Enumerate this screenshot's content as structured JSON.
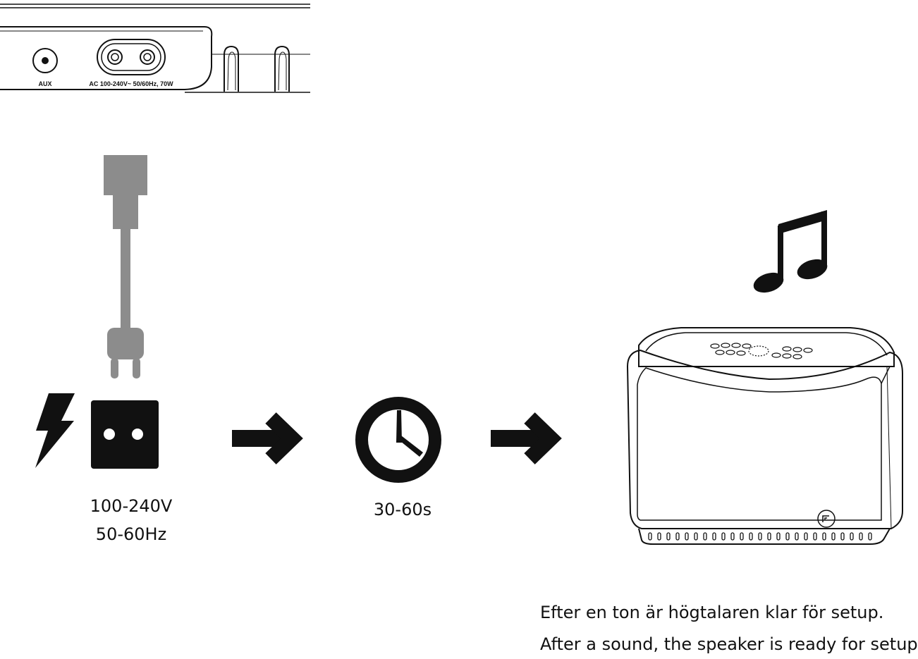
{
  "rear_panel": {
    "aux_label": "AUX",
    "power_label": "AC 100-240V~ 50/60Hz, 70W"
  },
  "power": {
    "voltage": "100-240V",
    "frequency": "50-60Hz"
  },
  "timer": {
    "duration": "30-60s"
  },
  "caption": {
    "swedish": "Efter en ton är högtalaren klar för setup.",
    "english": "After a sound, the speaker is ready for setup."
  },
  "colors": {
    "cable": "#8c8c8c",
    "ink": "#111111"
  }
}
